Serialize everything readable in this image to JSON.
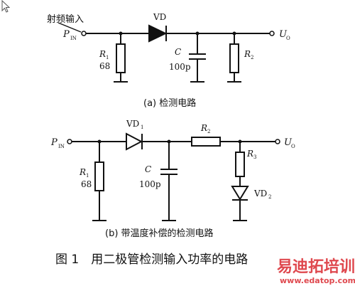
{
  "circuit_a": {
    "input_label": "射频输入",
    "pin": "P",
    "pin_sub": "IN",
    "diode": "VD",
    "r1": "R",
    "r1_sub": "1",
    "r1_value": "68",
    "cap": "C",
    "cap_value": "100p",
    "r2": "R",
    "r2_sub": "2",
    "out": "U",
    "out_sub": "O",
    "caption": "(a) 检测电路"
  },
  "circuit_b": {
    "pin": "P",
    "pin_sub": "IN",
    "diode1": "VD",
    "diode1_sub": "1",
    "r2": "R",
    "r2_sub": "2",
    "out": "U",
    "out_sub": "O",
    "r1": "R",
    "r1_sub": "1",
    "r1_value": "68",
    "cap": "C",
    "cap_value": "100p",
    "r3": "R",
    "r3_sub": "3",
    "diode2": "VD",
    "diode2_sub": "2",
    "caption": "(b) 带温度补偿的检测电路"
  },
  "figure_caption": "图 1　用二极管检测输入功率的电路",
  "watermark": {
    "text": "易迪拓培训",
    "url": "www.edatop.com"
  },
  "colors": {
    "ink": "#111111",
    "watermark": "#d9282f"
  }
}
